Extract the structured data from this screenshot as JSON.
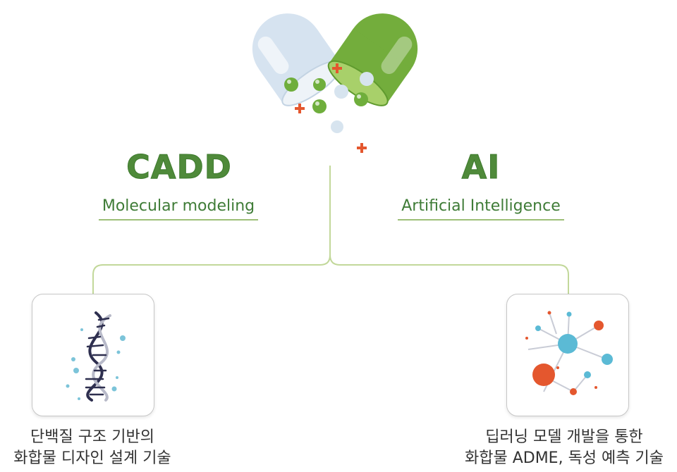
{
  "diagram": {
    "left": {
      "title": "CADD",
      "subtitle": "Molecular modeling",
      "description_line1": "단백질 구조 기반의",
      "description_line2": "화합물 디자인 설계 기술",
      "icon": "dna-icon"
    },
    "right": {
      "title": "AI",
      "subtitle": "Artificial Intelligence",
      "description_line1": "딥러닝 모델 개발을 통한",
      "description_line2": "화합물 ADME, 독성 예측 기술",
      "icon": "molecule-network-icon"
    },
    "colors": {
      "green_dark": "#4f8a3a",
      "green_light": "#9dbf77",
      "accent_red": "#e4572e",
      "accent_blue": "#5bbad5",
      "capsule_blue": "#cfe0ef",
      "capsule_green": "#6ea83a"
    }
  }
}
